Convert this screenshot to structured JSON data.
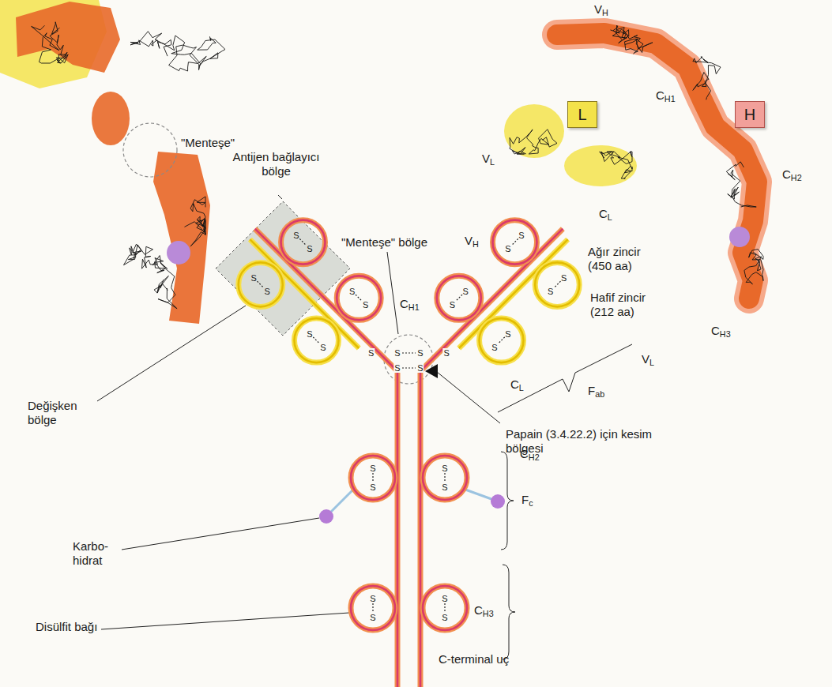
{
  "diagram": {
    "nodes": [
      {
        "text": [
          "L"
        ]
      },
      {
        "text": [
          "H"
        ]
      }
    ],
    "labels": [
      "\"Menteşe\"",
      "Antijen bağlayıcı bölge",
      "Değişken bölge",
      "Karbo- hidrat",
      "Disülfit bağı",
      "\"Menteşe\" bölge",
      "VH",
      "CH1",
      "Ağır zincir (450 aa)",
      "Hafif zincir (212 aa)",
      "VL",
      "CL",
      "Fab",
      "Papain (3.4.22.2) için kesim bölgesi",
      "CH2",
      "Fc",
      "CH3",
      "C-terminal uç",
      "VH",
      "CH1",
      "VL",
      "CL",
      "CH2",
      "CH3",
      "S",
      "S",
      "S",
      "S",
      "S",
      "S",
      "S",
      "S",
      "S",
      "S",
      "S",
      "S",
      "S",
      "S",
      "S",
      "S",
      "S",
      "S",
      "S",
      "S",
      "S",
      "S",
      "S",
      "S",
      "S",
      "S",
      "S",
      "S",
      "S",
      "S"
    ]
  }
}
